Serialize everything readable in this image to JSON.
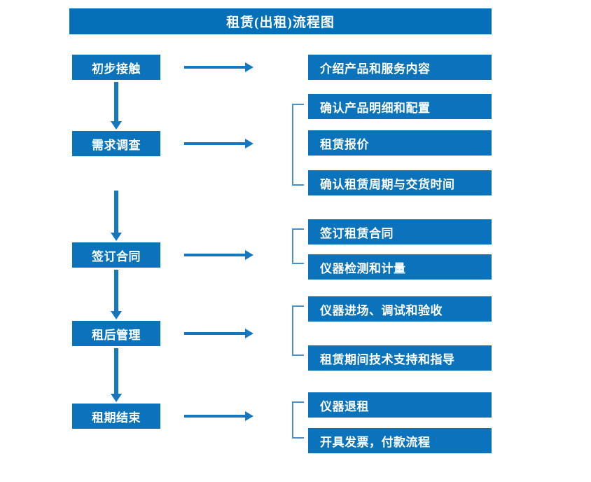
{
  "diagram": {
    "title": "租赁(出租)流程图",
    "colors": {
      "title_bar": "#0570b8",
      "box": "#0a73bb",
      "arrow": "#1577bf",
      "bracket": "#4a8fd0",
      "text": "#ffffff",
      "background": "#ffffff"
    },
    "stages": [
      {
        "label": "初步接触",
        "details": [
          "介绍产品和服务内容"
        ],
        "bracketed": false
      },
      {
        "label": "需求调查",
        "details": [
          "确认产品明细和配置",
          "租赁报价",
          "确认租赁周期与交货时间"
        ],
        "bracketed": true
      },
      {
        "label": "签订合同",
        "details": [
          "签订租赁合同",
          "仪器检测和计量"
        ],
        "bracketed": true
      },
      {
        "label": "租后管理",
        "details": [
          "仪器进场、调试和验收",
          "租赁期间技术支持和指导"
        ],
        "bracketed": true
      },
      {
        "label": "租期结束",
        "details": [
          "仪器退租",
          "开具发票，付款流程"
        ],
        "bracketed": true
      }
    ]
  }
}
